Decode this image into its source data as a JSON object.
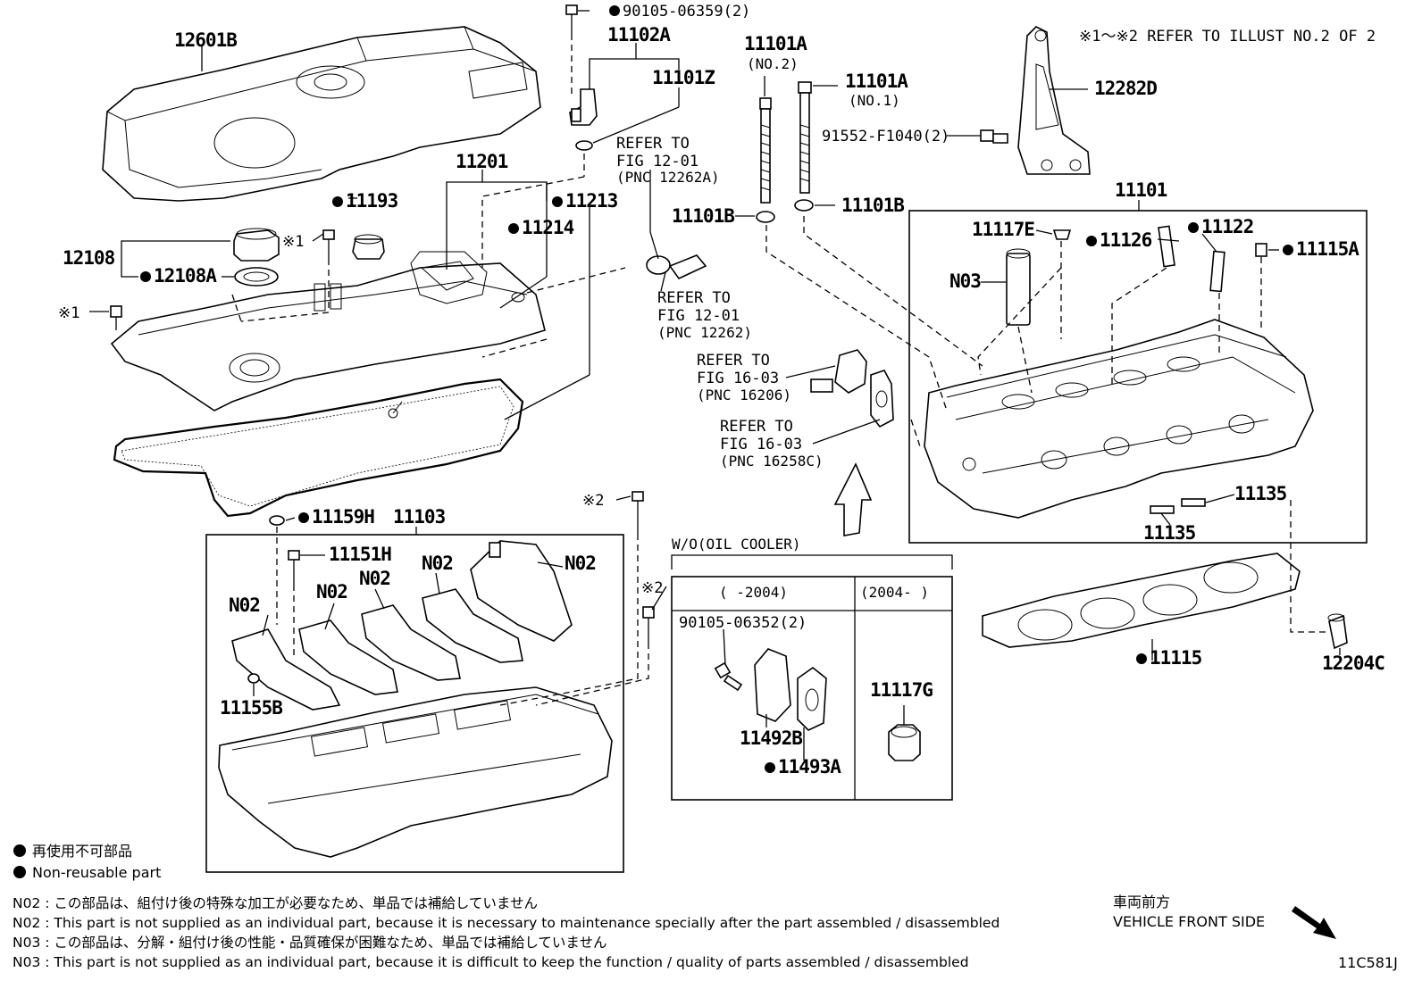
{
  "header": {
    "refer_note": "※1～※2  REFER TO ILLUST NO.2 OF 2"
  },
  "labels": {
    "p12601B": "12601B",
    "p90105_06359": "90105-06359(2)",
    "p11102A": "11102A",
    "p11101Z": "11101Z",
    "ref_12262A_1": "REFER TO",
    "ref_12262A_2": "FIG 12-01",
    "ref_12262A_3": "(PNC 12262A)",
    "p11201": "11201",
    "p11193": "11193",
    "p11213": "11213",
    "p11214": "11214",
    "p12108": "12108",
    "p12108A": "12108A",
    "mark1_a": "※1",
    "mark1_b": "※1",
    "ref_12262_1": "REFER TO",
    "ref_12262_2": "FIG 12-01",
    "ref_12262_3": "(PNC 12262)",
    "p11101A_no2": "11101A",
    "p11101A_no2_sub": "(NO.2)",
    "p11101A_no1": "11101A",
    "p11101A_no1_sub": "(NO.1)",
    "p91552": "91552-F1040(2)",
    "p12282D": "12282D",
    "p11101B_left": "11101B",
    "p11101B_right": "11101B",
    "p11101": "11101",
    "p11117E": "11117E",
    "p11122": "11122",
    "p11126": "11126",
    "p11115A": "11115A",
    "pN03": "N03",
    "ref_16206_1": "REFER TO",
    "ref_16206_2": "FIG 16-03",
    "ref_16206_3": "(PNC 16206)",
    "ref_16258C_1": "REFER TO",
    "ref_16258C_2": "FIG 16-03",
    "ref_16258C_3": "(PNC 16258C)",
    "p11135_a": "11135",
    "p11135_b": "11135",
    "p11159H": "11159H",
    "p11103": "11103",
    "p11151H": "11151H",
    "pN02_a": "N02",
    "pN02_b": "N02",
    "pN02_c": "N02",
    "pN02_d": "N02",
    "pN02_e": "N02",
    "p11155B": "11155B",
    "mark2_a": "※2",
    "mark2_b": "※2",
    "wo_title": "W/O(OIL COOLER)",
    "wo_col1": "(      -2004)",
    "wo_col2": "(2004-      )",
    "p90105_06352": "90105-06352(2)",
    "p11492B": "11492B",
    "p11493A": "11493A",
    "p11117G": "11117G",
    "p11115": "11115",
    "p12204C": "12204C"
  },
  "legend": {
    "jp": "再使用不可部品",
    "en": "Non-reusable part"
  },
  "footnotes": [
    "N02 : この部品は、組付け後の特殊な加工が必要なため、単品では補給していません",
    "N02 : This part is not supplied as an individual part, because it is necessary to maintenance specially after the part assembled / disassembled",
    "N03 : この部品は、分解・組付け後の性能・品質確保が困難なため、単品では補給していません",
    "N03 : This part is not supplied as an individual part, because it is difficult to keep the function / quality of parts  assembled / disassembled"
  ],
  "vehicle_front": {
    "jp": "車両前方",
    "en": "VEHICLE FRONT SIDE"
  },
  "diagram_code": "11C581J"
}
